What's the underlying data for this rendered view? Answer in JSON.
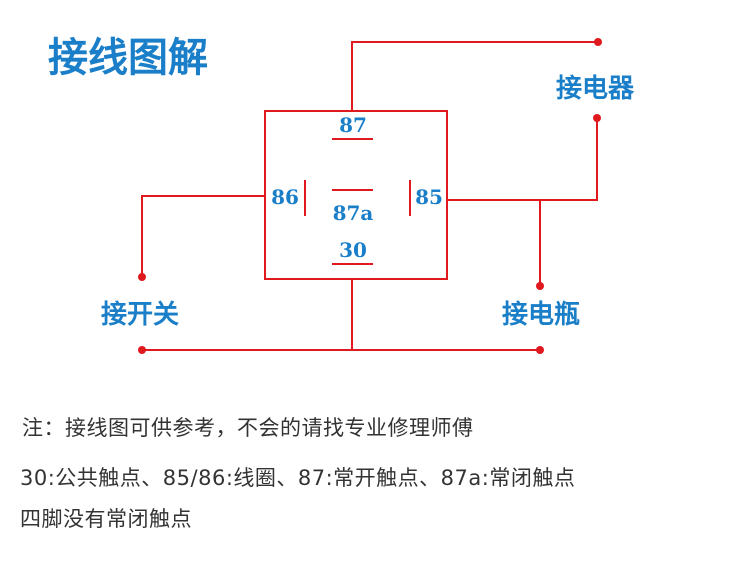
{
  "title": "接线图解",
  "colors": {
    "accent": "#1a7fc8",
    "wire": "#e0191f",
    "text": "#333333"
  },
  "pins": {
    "p87": "87",
    "p86": "86",
    "p87a": "87a",
    "p85": "85",
    "p30": "30"
  },
  "connections": {
    "appliance": "接电器",
    "switch": "接开关",
    "battery": "接电瓶"
  },
  "notes": [
    "注：接线图可供参考，不会的请找专业修理师傅",
    "30:公共触点、85/86:线圈、87:常开触点、87a:常闭触点",
    "四脚没有常闭触点"
  ]
}
